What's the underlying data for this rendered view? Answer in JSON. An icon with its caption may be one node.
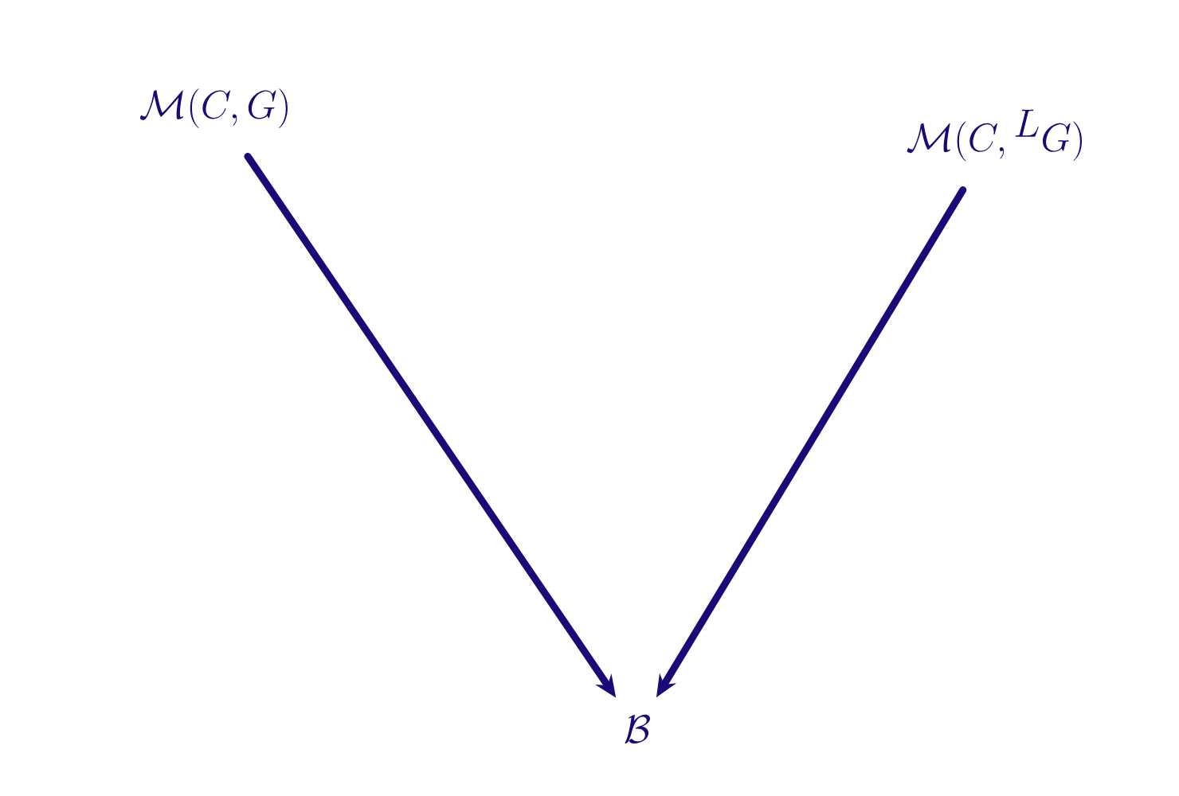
{
  "diagram": {
    "nodes": [
      {
        "text": [
          "\\mathcal{M}(C,G)"
        ]
      },
      {
        "text": [
          "\\mathcal{M}(C,{}^{L}G)"
        ]
      },
      {
        "text": [
          "\\mathcal{B}"
        ]
      }
    ],
    "edges": [
      {
        "from": 0,
        "to": 2,
        "arrow": "to"
      },
      {
        "from": 1,
        "to": 2,
        "arrow": "to"
      }
    ]
  }
}
